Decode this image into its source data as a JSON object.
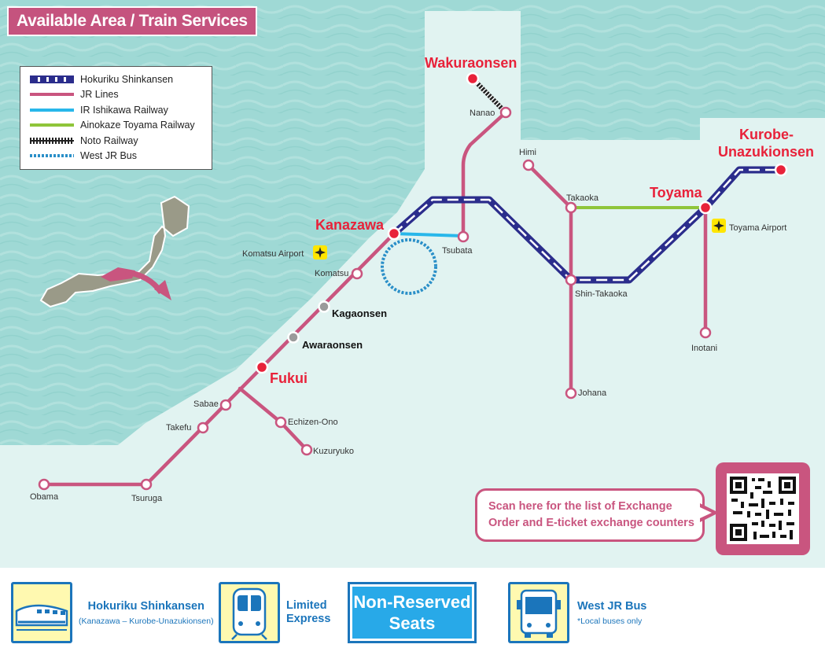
{
  "title": "Available Area / Train Services",
  "legend": [
    {
      "label": "Hokuriku Shinkansen",
      "swatch": "shinkansen"
    },
    {
      "label": "JR Lines",
      "swatch": "jr"
    },
    {
      "label": "IR Ishikawa Railway",
      "swatch": "ir"
    },
    {
      "label": "Ainokaze Toyama Railway",
      "swatch": "aino"
    },
    {
      "label": "Noto Railway",
      "swatch": "noto"
    },
    {
      "label": "West JR Bus",
      "swatch": "bus"
    }
  ],
  "stations": {
    "wakuraonsen": "Wakuraonsen",
    "nanao": "Nanao",
    "kanazawa": "Kanazawa",
    "tsubata": "Tsubata",
    "komatsu": "Komatsu",
    "kagaonsen": "Kagaonsen",
    "awaraonsen": "Awaraonsen",
    "fukui": "Fukui",
    "sabae": "Sabae",
    "takefu": "Takefu",
    "echizen_ono": "Echizen-Ono",
    "kuzuryuko": "Kuzuryuko",
    "tsuruga": "Tsuruga",
    "obama": "Obama",
    "himi": "Himi",
    "takaoka": "Takaoka",
    "shin_takaoka": "Shin-Takaoka",
    "johana": "Johana",
    "toyama": "Toyama",
    "inotani": "Inotani",
    "kurobe_line1": "Kurobe-",
    "kurobe_line2": "Unazukionsen"
  },
  "airports": {
    "komatsu": "Komatsu Airport",
    "toyama": "Toyama Airport"
  },
  "qr_callout": {
    "line1": "Scan here for the list of Exchange",
    "line2": "Order and E-ticket exchange counters"
  },
  "services": {
    "shinkansen": {
      "title": "Hokuriku Shinkansen",
      "sub": "(Kanazawa – Kurobe-Unazukionsen)"
    },
    "limited_express": {
      "title_line1": "Limited",
      "title_line2": "Express"
    },
    "non_reserved": {
      "line1": "Non-Reserved",
      "line2": "Seats"
    },
    "bus": {
      "title": "West JR Bus",
      "sub": "*Local buses only"
    }
  },
  "colors": {
    "sea": "#9fd9d5",
    "land": "#e1f3f1",
    "jr": "#c9557f",
    "shinkansen": "#2b2d8c",
    "ir": "#28b7ea",
    "aino": "#8fc53a",
    "accent_red": "#e8223a",
    "brand_blue": "#1b75bb"
  }
}
